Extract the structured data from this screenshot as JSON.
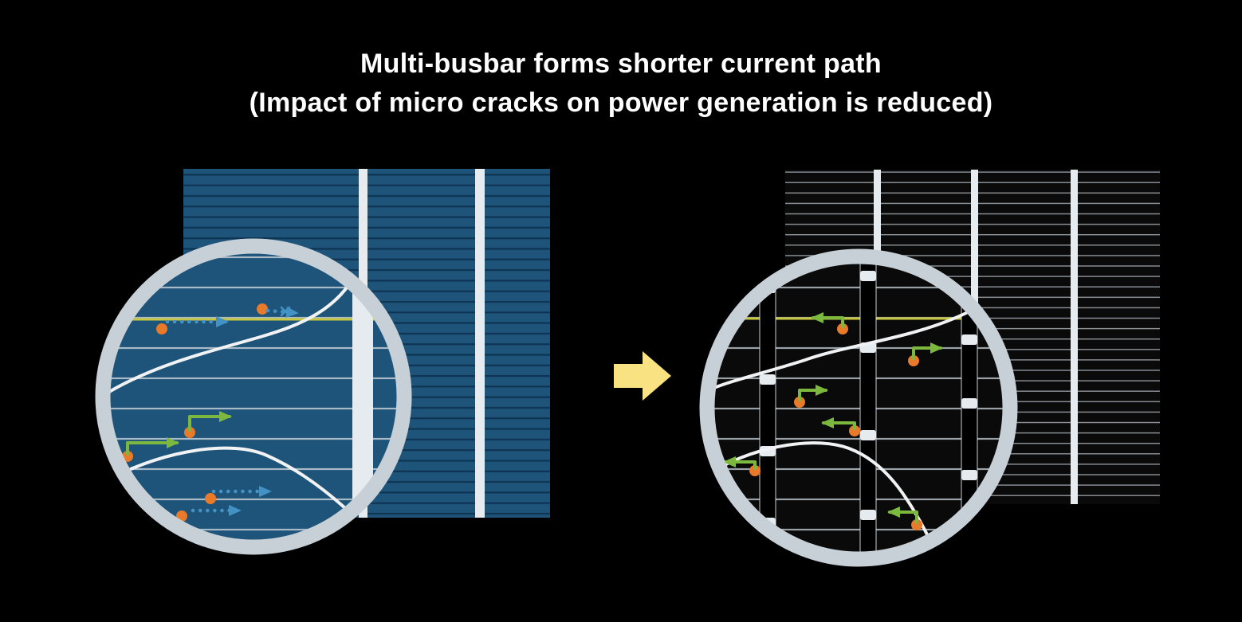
{
  "title": {
    "line1": "Multi-busbar forms shorter current path",
    "line2": "(Impact of micro cracks on power generation is reduced)"
  },
  "icons": {
    "transition_arrow": "right-block-arrow"
  },
  "colors": {
    "background": "#000000",
    "title_text": "#ffffff",
    "cell_blue": "#1e547a",
    "cell_blue_line": "#0e3453",
    "busbar_white": "#e6ebef",
    "cell_black": "#0a0a0a",
    "cell_black_line": "#8d959b",
    "magnifier_ring": "#c7d0d7",
    "crack_white": "#f0f2f3",
    "finger_yellow": "#c6c63f",
    "transition_arrow_yellow": "#f9e282",
    "electron_orange": "#e87a2a",
    "long_path_blue": "#4292c6",
    "short_path_green": "#7cb83e",
    "zoom_finger_blue": "#a8bac6",
    "zoom_finger_gray": "#9aa1a7"
  }
}
